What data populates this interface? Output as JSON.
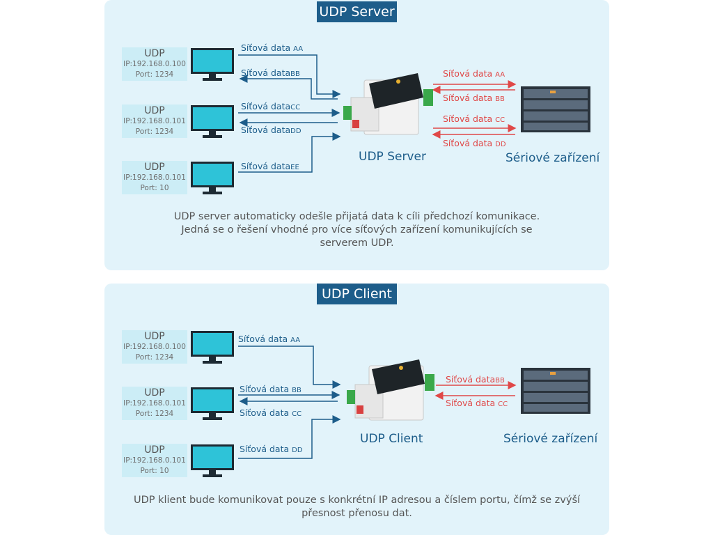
{
  "colors": {
    "panel_bg": "#e2f3fa",
    "title_bg": "#1d5d8a",
    "label_bg": "#ccedf6",
    "net_arrow": "#1d5d8a",
    "serial_arrow": "#e04848"
  },
  "server": {
    "title": "UDP Server",
    "hosts": [
      {
        "proto": "UDP",
        "ip": "IP:192.168.0.100",
        "port": "Port: 1234"
      },
      {
        "proto": "UDP",
        "ip": "IP:192.168.0.101",
        "port": "Port: 1234"
      },
      {
        "proto": "UDP",
        "ip": "IP:192.168.0.101",
        "port": "Port: 10"
      }
    ],
    "net_flows": [
      {
        "text": "Síťová data",
        "suffix": "AA"
      },
      {
        "text": "Síťová data",
        "suffix": "BB"
      },
      {
        "text": "Síťová data",
        "suffix": "CC"
      },
      {
        "text": "Síťová data",
        "suffix": "DD"
      },
      {
        "text": "Síťová data",
        "suffix": "EE"
      }
    ],
    "serial_flows": [
      {
        "text": "Síťová data",
        "suffix": "AA"
      },
      {
        "text": "Síťová data",
        "suffix": "BB"
      },
      {
        "text": "Síťová data",
        "suffix": "CC"
      },
      {
        "text": "Síťová data",
        "suffix": "DD"
      }
    ],
    "device_caption": "UDP Server",
    "serial_caption": "Sériové zařízení",
    "description": [
      "UDP server automaticky odešle přijatá data k cíli předchozí komunikace.",
      "Jedná se o řešení vhodné pro více síťových zařízení komunikujících se",
      "serverem UDP."
    ]
  },
  "client": {
    "title": "UDP Client",
    "hosts": [
      {
        "proto": "UDP",
        "ip": "IP:192.168.0.100",
        "port": "Port: 1234"
      },
      {
        "proto": "UDP",
        "ip": "IP:192.168.0.101",
        "port": "Port: 1234"
      },
      {
        "proto": "UDP",
        "ip": "IP:192.168.0.101",
        "port": "Port: 10"
      }
    ],
    "net_flows": [
      {
        "text": "Síťová data",
        "suffix": "AA"
      },
      {
        "text": "Síťová data",
        "suffix": "BB"
      },
      {
        "text": "Síťová data",
        "suffix": "CC"
      },
      {
        "text": "Síťová data",
        "suffix": "DD"
      }
    ],
    "serial_flows": [
      {
        "text": "Síťová data",
        "suffix": "BB"
      },
      {
        "text": "Síťová data",
        "suffix": "CC"
      }
    ],
    "device_caption": "UDP Client",
    "serial_caption": "Sériové zařízení",
    "description": [
      "UDP klient bude komunikovat pouze s konkrétní IP adresou a číslem portu, čímž se zvýší",
      "přesnost přenosu dat."
    ]
  }
}
